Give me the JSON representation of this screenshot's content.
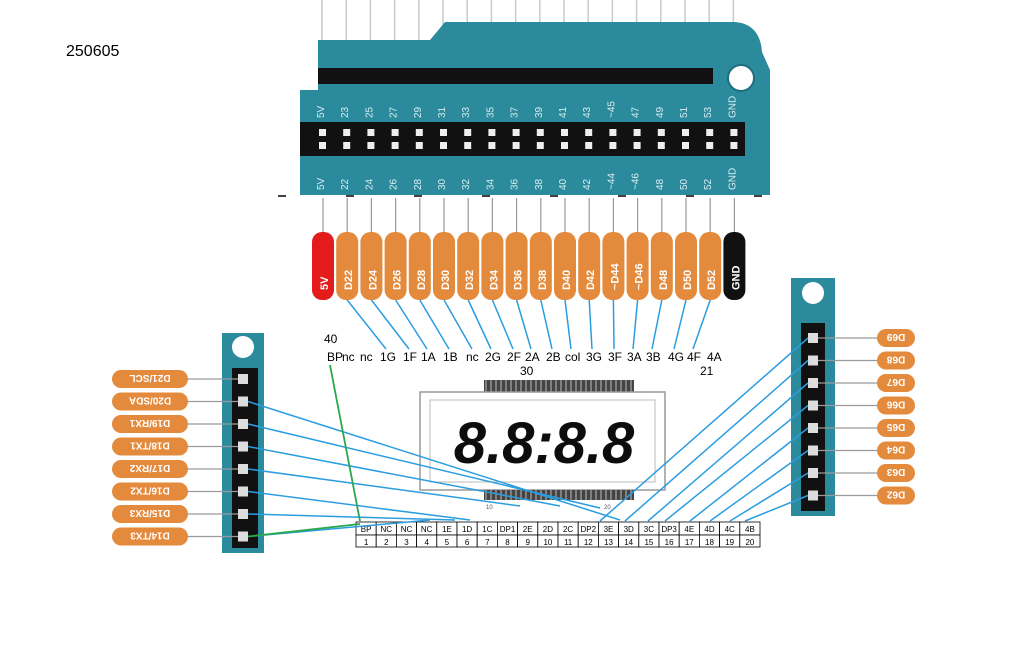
{
  "page_id": "250605",
  "colors": {
    "board": "#2b8a9c",
    "header_black": "#111111",
    "pin_tag": "#e48a3c",
    "tag_5v": "#e31b1b",
    "tag_gnd": "#111111",
    "wire_blue": "#2a9de0",
    "wire_green": "#2aa84a",
    "lcd_black": "#0d0d0d"
  },
  "header": {
    "top_row": [
      "5V",
      "23",
      "25",
      "27",
      "29",
      "31",
      "33",
      "35",
      "37",
      "39",
      "41",
      "43",
      "~45",
      "47",
      "49",
      "51",
      "53",
      "GND"
    ],
    "bottom_row": [
      "5V",
      "22",
      "24",
      "26",
      "28",
      "30",
      "32",
      "34",
      "36",
      "38",
      "40",
      "42",
      "~44",
      "~46",
      "48",
      "50",
      "52",
      "GND"
    ],
    "tags": [
      "5V",
      "D22",
      "D24",
      "D26",
      "D28",
      "D30",
      "D32",
      "D34",
      "D36",
      "D38",
      "D40",
      "D42",
      "~D44",
      "~D46",
      "D48",
      "D50",
      "D52",
      "GND"
    ]
  },
  "left_tags": [
    "D21/SCL",
    "D20/SDA",
    "D19/RX1",
    "D18/TX1",
    "D17/RX2",
    "D16/TX2",
    "D15/RX3",
    "D14/TX3"
  ],
  "right_tags": [
    "D69",
    "D68",
    "D67",
    "D66",
    "D65",
    "D64",
    "D63",
    "D62"
  ],
  "lcd": {
    "top_pin_labels": [
      "BP",
      "nc",
      "nc",
      "1G",
      "1F",
      "1A",
      "1B",
      "nc",
      "2G",
      "2F",
      "2A",
      "2B",
      "col",
      "3G",
      "3F",
      "3A",
      "3B",
      "4G",
      "4F",
      "4A"
    ],
    "pin_40_label": "40",
    "pin_30_label": "30",
    "pin_21_label": "21",
    "digits_text": "8.8:8.8",
    "bottom_pin_names": [
      "BP",
      "NC",
      "NC",
      "NC",
      "1E",
      "1D",
      "1C",
      "DP1",
      "2E",
      "2D",
      "2C",
      "DP2",
      "3E",
      "3D",
      "3C",
      "DP3",
      "4E",
      "4D",
      "4C",
      "4B"
    ],
    "bottom_pin_numbers": [
      "1",
      "2",
      "3",
      "4",
      "5",
      "6",
      "7",
      "8",
      "9",
      "10",
      "11",
      "12",
      "13",
      "14",
      "15",
      "16",
      "17",
      "18",
      "19",
      "20"
    ],
    "small_10": "10",
    "small_20": "20"
  }
}
